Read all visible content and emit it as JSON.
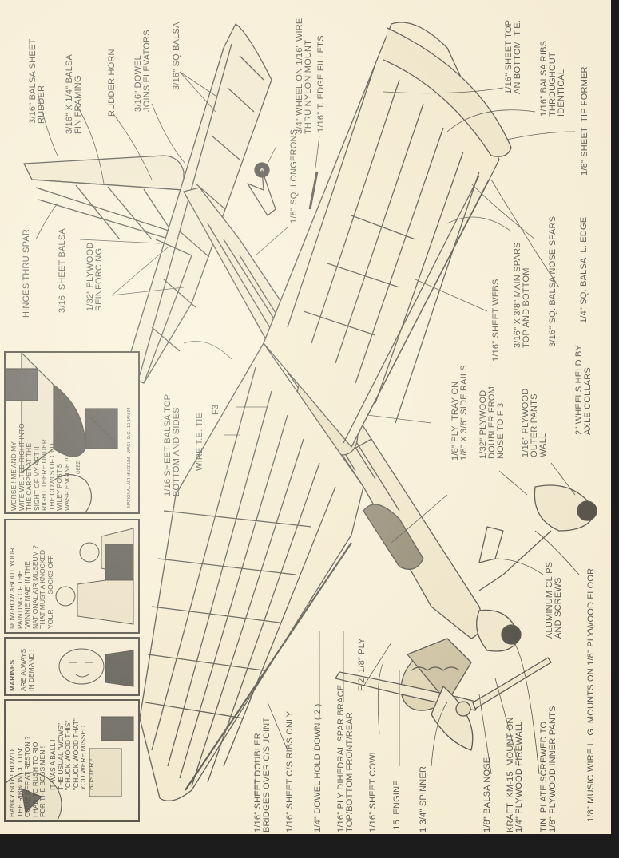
{
  "page": {
    "background_color": "#f8f0da",
    "ink_color": "#1a1a1a",
    "border_color": "#1c1c1c"
  },
  "diagram": {
    "subject": "Model airplane exploded construction drawing",
    "tail_labels": {
      "balsa_sheet_rudder": "3/16\" BALSA SHEET\nRUDDER",
      "fin_framing": "3/16\" X 1/4\" BALSA\nFIN FRAMING",
      "rudder_horn": "RUDDER HORN",
      "dowel_joins_elevators": "3/16\" DOWEL\nJOINS ELEVATORS",
      "sq_balsa": "3/16\" SQ BALSA",
      "hinges_thru_spar": "HINGES THRU SPAR",
      "sheet_balsa": "3/16  SHEET BALSA",
      "plywood_reinforcing": "1/32\" PLYWOOD\nREINFORCING",
      "tail_wheel": "3/4\" WHEEL ON 1/16\" WIRE\nTHRU NYLON MOUNT",
      "te_edge_fillets": "1/16\" T. EDGE FILLETS",
      "sq_longerons": "1/8\" SQ. LONGERONS"
    },
    "wing_labels": {
      "sheet_top_te": "1/16\" SHEET TOP\nAN BOTTOM  T.E.",
      "balsa_ribs": "1/16\" BALSA RIBS\nTHROUGHOUT\nIDENTICAL",
      "tip_former": "1/8\" SHEET  TIP FORMER",
      "sheet_webs": "1/16\" SHEET WEBS",
      "main_spars": "3/16\" X 3/8\" MAIN SPARS\nTOP AND BOTTOM",
      "nose_spars": "3/16\" SQ. BALSA NOSE SPARS",
      "l_edge": "1/4\" SQ. BALSA  L. EDGE"
    },
    "fuselage_labels": {
      "sheet_balsa_top": "1/16 SHEET BALSA TOP\nBOTTOM AND SIDES",
      "f3": "F3",
      "wire_te_tie": "WIRE T.E. TIE",
      "ply_tray": "1/8\" PLY  TRAY ON\n1/8\" X 3/8\" SIDE RAILS",
      "plywood_doubler": "1/32\" PLYWOOD\nDOUBLER FROM\nNOSE TO F 3",
      "outer_pants_wall": "1/16\" PLYWOOD\nOUTER PANTS\nWALL",
      "wheels_axle_collars": "2\" WHEELS HELD BY\nAXLE COLLARS",
      "aluminum_clips": "ALUMINUM CLIPS\nAND SCREWS",
      "music_wire_lg": "1/8\" MUSIC WIRE L. G. MOUNTS ON 1/8\" PLYWOOD FLOOR"
    },
    "bottom_labels": {
      "sheet_doubler": "1/16\" SHEET DOUBLER\nBRIDGES OVER C/S JOINT",
      "cs_ribs_only": "1/16\" SHEET C/S RIBS ONLY",
      "dowel_hold_down": "1/4\" DOWEL HOLD DOWN ( 2 )",
      "dihedral_spar_brace": "1/16\" PLY DIHEDRAL SPAR BRACE\nTOP/BOTTOM FRONT/REAR",
      "f2_ply": "F 2  1/8\" PLY",
      "sheet_cowl": "1/16\" SHEET COWL",
      "engine": ".15  ENGINE",
      "spinner": "1 3/4\" SPINNER",
      "balsa_nose": "1/8\" BALSA NOSE",
      "kraft_mount": "KRAFT  KM-15  MOUNT ON\n1/4\" PLYWOOD FIREWALL",
      "tin_plate": "TIN  PLATE SCREWED TO\n1/8\" PLYWOOD INNER PANTS"
    }
  },
  "comic": {
    "panel1": {
      "balloon": "WORSE ! ME AND MY\nWIFE WELTED RIGHT INTO\nTHE CARPET AT THE\nSIGHT OF MY ART !!\nRIGHT THERE UNDER\nTHE COWLS OF OLD\nWILEY POST'S\nWASP ENGINE !!!",
      "sfx": "GEEZ",
      "caption": "NATIONAL AIR MUSEUM - WASH D.C.  10 JAN 94"
    },
    "panel2": {
      "balloon": "NOW-HOW ABOUT YOUR\nPAINTING OF THE\n'WINNIE MAE' IN THE\nNATIONAL AIR MUSEUM ?\nTHAT MUST A KNOCKED\nYOUR        SOCKS OFF"
    },
    "panel3": {
      "title": "MARINES",
      "balloon": "ARE ALWAYS\nIN DEMAND !"
    },
    "panel4": {
      "balloon1": "HANKY BOY ! HOW'D\nTHE RIBBON CUTTIN'\nCOME OFF AT RESTON ?\nI HAD TO RUSH TO RIO\nFOR THE BOSS MEN !",
      "balloon2": "IT WAS A BALL !\nTHE USUAL \"WOWS\"\n\"CHUCK WOOD THIS\"\n\"CHUCK WOOD THAT\"\nYOU WERE MISSED\nBUSTER !"
    }
  }
}
